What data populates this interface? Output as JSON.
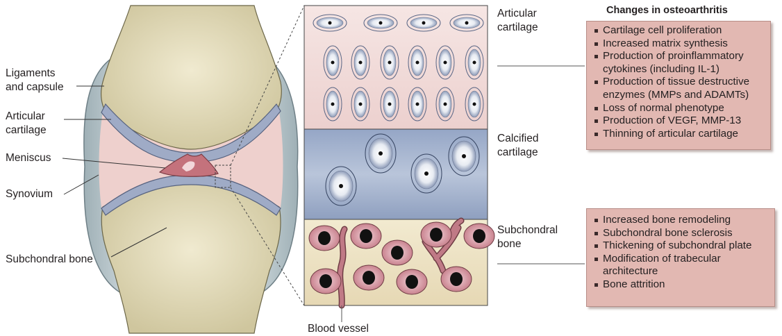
{
  "left_labels": {
    "ligaments": [
      "Ligaments",
      "and capsule"
    ],
    "articular": [
      "Articular",
      "cartilage"
    ],
    "meniscus": "Meniscus",
    "synovium": "Synovium",
    "subchondral": "Subchondral bone"
  },
  "zone_labels": {
    "articular": [
      "Articular",
      "cartilage"
    ],
    "calcified": [
      "Calcified",
      "cartilage"
    ],
    "subchondral": [
      "Subchondral",
      "bone"
    ]
  },
  "blood_vessel": "Blood vessel",
  "changes": {
    "title": "Changes in osteoarthritis",
    "cartilage": [
      "Cartilage cell proliferation",
      "Increased matrix synthesis",
      "Production of proinflammatory cytokines (including IL-1)",
      "Production of tissue destructive enzymes (MMPs and ADAMTs)",
      "Loss of normal phenotype",
      "Production of VEGF, MMP-13",
      "Thinning of articular cartilage"
    ],
    "bone": [
      "Increased bone remodeling",
      "Subchondral bone sclerosis",
      "Thickening of subchondral plate",
      "Modification of trabecular architecture",
      "Bone attrition"
    ]
  },
  "colors": {
    "bone": "#ddd6b4",
    "cartilage_band": "#9aa6c2",
    "joint_space": "#eecfcc",
    "capsule": "#c8d2d6",
    "meniscus": "#c47a80",
    "articular_zone": "#f3dedc",
    "calcified_zone": "#aebbd3",
    "bone_zone": "#ede2c3",
    "box": "#e2b8b2"
  }
}
